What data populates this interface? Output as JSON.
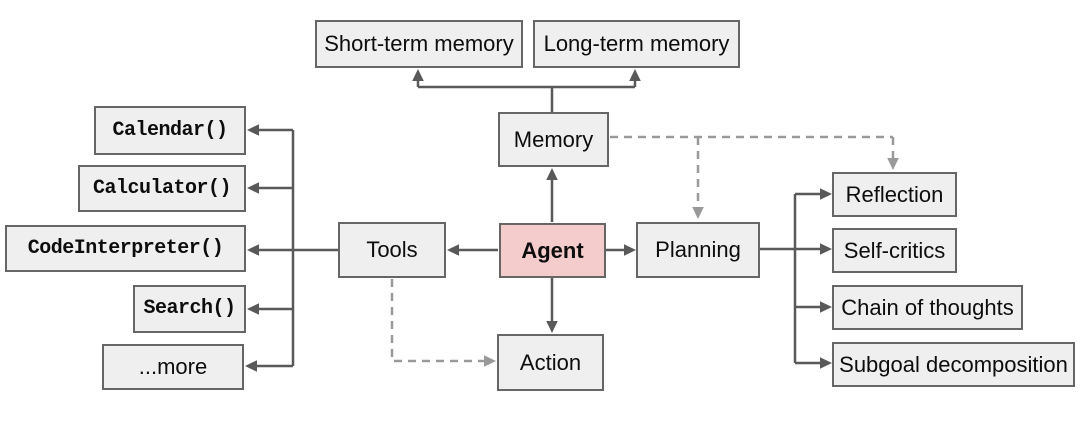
{
  "diagram": {
    "nodes": {
      "short_term_memory": {
        "label": "Short-term memory"
      },
      "long_term_memory": {
        "label": "Long-term memory"
      },
      "memory": {
        "label": "Memory"
      },
      "tools": {
        "label": "Tools"
      },
      "agent": {
        "label": "Agent"
      },
      "planning": {
        "label": "Planning"
      },
      "action": {
        "label": "Action"
      },
      "calendar": {
        "label": "Calendar()"
      },
      "calculator": {
        "label": "Calculator()"
      },
      "code_interpreter": {
        "label": "CodeInterpreter()"
      },
      "search": {
        "label": "Search()"
      },
      "more": {
        "label": "...more"
      },
      "reflection": {
        "label": "Reflection"
      },
      "self_critics": {
        "label": "Self-critics"
      },
      "chain_of_thoughts": {
        "label": "Chain of thoughts"
      },
      "subgoal_decomposition": {
        "label": "Subgoal decomposition"
      }
    },
    "edges": [
      {
        "from": "memory",
        "to": "short_term_memory",
        "style": "solid"
      },
      {
        "from": "memory",
        "to": "long_term_memory",
        "style": "solid"
      },
      {
        "from": "agent",
        "to": "memory",
        "style": "solid"
      },
      {
        "from": "agent",
        "to": "tools",
        "style": "solid"
      },
      {
        "from": "agent",
        "to": "planning",
        "style": "solid"
      },
      {
        "from": "agent",
        "to": "action",
        "style": "solid"
      },
      {
        "from": "tools",
        "to": "calendar",
        "style": "solid"
      },
      {
        "from": "tools",
        "to": "calculator",
        "style": "solid"
      },
      {
        "from": "tools",
        "to": "code_interpreter",
        "style": "solid"
      },
      {
        "from": "tools",
        "to": "search",
        "style": "solid"
      },
      {
        "from": "tools",
        "to": "more",
        "style": "solid"
      },
      {
        "from": "planning",
        "to": "reflection",
        "style": "solid"
      },
      {
        "from": "planning",
        "to": "self_critics",
        "style": "solid"
      },
      {
        "from": "planning",
        "to": "chain_of_thoughts",
        "style": "solid"
      },
      {
        "from": "planning",
        "to": "subgoal_decomposition",
        "style": "solid"
      },
      {
        "from": "memory",
        "to": "planning",
        "style": "dashed"
      },
      {
        "from": "memory",
        "to": "reflection",
        "style": "dashed"
      },
      {
        "from": "tools",
        "to": "action",
        "style": "dashed"
      }
    ],
    "colors": {
      "background": "#ffffff",
      "node_fill": "#efefef",
      "node_border": "#666666",
      "agent_fill": "#f4cccc",
      "solid_connector": "#595959",
      "dashed_connector": "#999999",
      "text": "#0d0d0d"
    }
  }
}
